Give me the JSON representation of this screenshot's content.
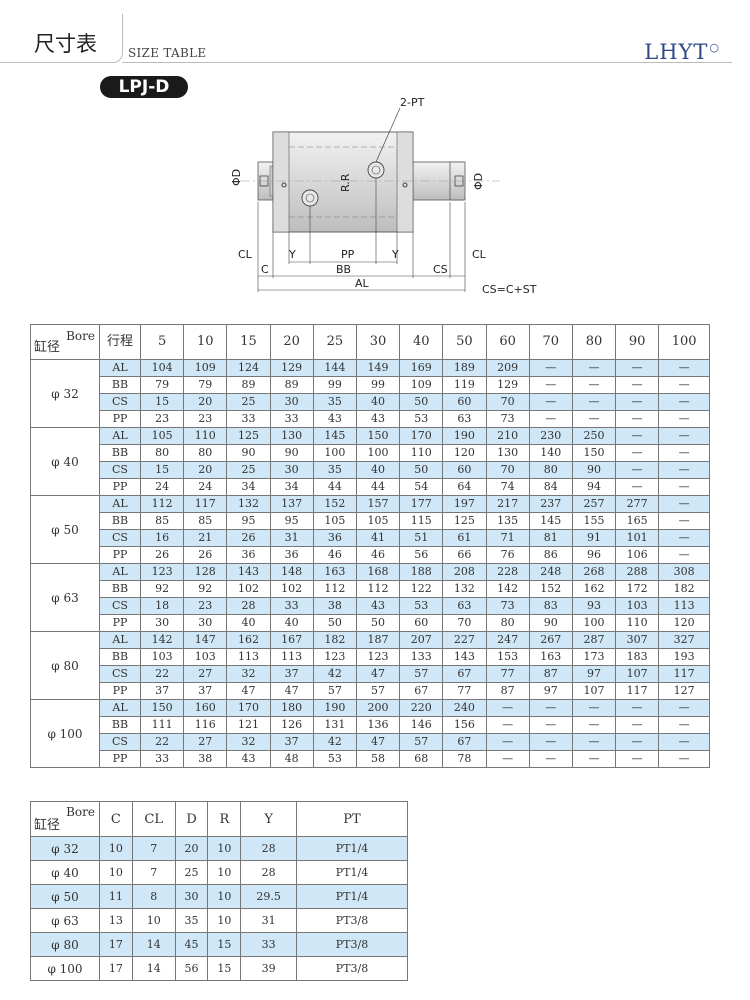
{
  "header": {
    "title": "尺寸表",
    "subtitle": "SIZE TABLE",
    "logo": "LHYT",
    "logo_mark": "○"
  },
  "model": "LPJ-D",
  "drawing": {
    "labels": {
      "pt": "2-PT",
      "phi_d": "ΦD",
      "rr": "R.R",
      "cl": "CL",
      "y": "Y",
      "pp": "PP",
      "c": "C",
      "bb": "BB",
      "cs": "CS",
      "al": "AL",
      "formula": "CS=C+ST"
    }
  },
  "table1": {
    "corner_bore": "Bore",
    "corner_cyl": "缸径",
    "stroke_label": "行程",
    "strokes": [
      "5",
      "10",
      "15",
      "20",
      "25",
      "30",
      "40",
      "50",
      "60",
      "70",
      "80",
      "90",
      "100"
    ],
    "groups": [
      {
        "bore": "φ 32",
        "rows": [
          {
            "k": "AL",
            "v": [
              "104",
              "109",
              "124",
              "129",
              "144",
              "149",
              "169",
              "189",
              "209",
              "—",
              "—",
              "—",
              "—"
            ]
          },
          {
            "k": "BB",
            "v": [
              "79",
              "79",
              "89",
              "89",
              "99",
              "99",
              "109",
              "119",
              "129",
              "—",
              "—",
              "—",
              "—"
            ]
          },
          {
            "k": "CS",
            "v": [
              "15",
              "20",
              "25",
              "30",
              "35",
              "40",
              "50",
              "60",
              "70",
              "—",
              "—",
              "—",
              "—"
            ]
          },
          {
            "k": "PP",
            "v": [
              "23",
              "23",
              "33",
              "33",
              "43",
              "43",
              "53",
              "63",
              "73",
              "—",
              "—",
              "—",
              "—"
            ]
          }
        ]
      },
      {
        "bore": "φ 40",
        "rows": [
          {
            "k": "AL",
            "v": [
              "105",
              "110",
              "125",
              "130",
              "145",
              "150",
              "170",
              "190",
              "210",
              "230",
              "250",
              "—",
              "—"
            ]
          },
          {
            "k": "BB",
            "v": [
              "80",
              "80",
              "90",
              "90",
              "100",
              "100",
              "110",
              "120",
              "130",
              "140",
              "150",
              "—",
              "—"
            ]
          },
          {
            "k": "CS",
            "v": [
              "15",
              "20",
              "25",
              "30",
              "35",
              "40",
              "50",
              "60",
              "70",
              "80",
              "90",
              "—",
              "—"
            ]
          },
          {
            "k": "PP",
            "v": [
              "24",
              "24",
              "34",
              "34",
              "44",
              "44",
              "54",
              "64",
              "74",
              "84",
              "94",
              "—",
              "—"
            ]
          }
        ]
      },
      {
        "bore": "φ 50",
        "rows": [
          {
            "k": "AL",
            "v": [
              "112",
              "117",
              "132",
              "137",
              "152",
              "157",
              "177",
              "197",
              "217",
              "237",
              "257",
              "277",
              "—"
            ]
          },
          {
            "k": "BB",
            "v": [
              "85",
              "85",
              "95",
              "95",
              "105",
              "105",
              "115",
              "125",
              "135",
              "145",
              "155",
              "165",
              "—"
            ]
          },
          {
            "k": "CS",
            "v": [
              "16",
              "21",
              "26",
              "31",
              "36",
              "41",
              "51",
              "61",
              "71",
              "81",
              "91",
              "101",
              "—"
            ]
          },
          {
            "k": "PP",
            "v": [
              "26",
              "26",
              "36",
              "36",
              "46",
              "46",
              "56",
              "66",
              "76",
              "86",
              "96",
              "106",
              "—"
            ]
          }
        ]
      },
      {
        "bore": "φ 63",
        "rows": [
          {
            "k": "AL",
            "v": [
              "123",
              "128",
              "143",
              "148",
              "163",
              "168",
              "188",
              "208",
              "228",
              "248",
              "268",
              "288",
              "308"
            ]
          },
          {
            "k": "BB",
            "v": [
              "92",
              "92",
              "102",
              "102",
              "112",
              "112",
              "122",
              "132",
              "142",
              "152",
              "162",
              "172",
              "182"
            ]
          },
          {
            "k": "CS",
            "v": [
              "18",
              "23",
              "28",
              "33",
              "38",
              "43",
              "53",
              "63",
              "73",
              "83",
              "93",
              "103",
              "113"
            ]
          },
          {
            "k": "PP",
            "v": [
              "30",
              "30",
              "40",
              "40",
              "50",
              "50",
              "60",
              "70",
              "80",
              "90",
              "100",
              "110",
              "120"
            ]
          }
        ]
      },
      {
        "bore": "φ 80",
        "rows": [
          {
            "k": "AL",
            "v": [
              "142",
              "147",
              "162",
              "167",
              "182",
              "187",
              "207",
              "227",
              "247",
              "267",
              "287",
              "307",
              "327"
            ]
          },
          {
            "k": "BB",
            "v": [
              "103",
              "103",
              "113",
              "113",
              "123",
              "123",
              "133",
              "143",
              "153",
              "163",
              "173",
              "183",
              "193"
            ]
          },
          {
            "k": "CS",
            "v": [
              "22",
              "27",
              "32",
              "37",
              "42",
              "47",
              "57",
              "67",
              "77",
              "87",
              "97",
              "107",
              "117"
            ]
          },
          {
            "k": "PP",
            "v": [
              "37",
              "37",
              "47",
              "47",
              "57",
              "57",
              "67",
              "77",
              "87",
              "97",
              "107",
              "117",
              "127"
            ]
          }
        ]
      },
      {
        "bore": "φ 100",
        "rows": [
          {
            "k": "AL",
            "v": [
              "150",
              "160",
              "170",
              "180",
              "190",
              "200",
              "220",
              "240",
              "—",
              "—",
              "—",
              "—",
              "—"
            ]
          },
          {
            "k": "BB",
            "v": [
              "111",
              "116",
              "121",
              "126",
              "131",
              "136",
              "146",
              "156",
              "—",
              "—",
              "—",
              "—",
              "—"
            ]
          },
          {
            "k": "CS",
            "v": [
              "22",
              "27",
              "32",
              "37",
              "42",
              "47",
              "57",
              "67",
              "—",
              "—",
              "—",
              "—",
              "—"
            ]
          },
          {
            "k": "PP",
            "v": [
              "33",
              "38",
              "43",
              "48",
              "53",
              "58",
              "68",
              "78",
              "—",
              "—",
              "—",
              "—",
              "—"
            ]
          }
        ]
      }
    ]
  },
  "table2": {
    "corner_bore": "Bore",
    "corner_cyl": "缸径",
    "columns": [
      "C",
      "CL",
      "D",
      "R",
      "Y",
      "PT"
    ],
    "rows": [
      {
        "bore": "φ 32",
        "v": [
          "10",
          "7",
          "20",
          "10",
          "28",
          "PT1/4"
        ]
      },
      {
        "bore": "φ 40",
        "v": [
          "10",
          "7",
          "25",
          "10",
          "28",
          "PT1/4"
        ]
      },
      {
        "bore": "φ 50",
        "v": [
          "11",
          "8",
          "30",
          "10",
          "29.5",
          "PT1/4"
        ]
      },
      {
        "bore": "φ 63",
        "v": [
          "13",
          "10",
          "35",
          "10",
          "31",
          "PT3/8"
        ]
      },
      {
        "bore": "φ 80",
        "v": [
          "17",
          "14",
          "45",
          "15",
          "33",
          "PT3/8"
        ]
      },
      {
        "bore": "φ 100",
        "v": [
          "17",
          "14",
          "56",
          "15",
          "39",
          "PT3/8"
        ]
      }
    ]
  },
  "colors": {
    "row_highlight": "#cfe7f6",
    "logo": "#2f4a88",
    "model_badge": "#1a1a1a"
  }
}
